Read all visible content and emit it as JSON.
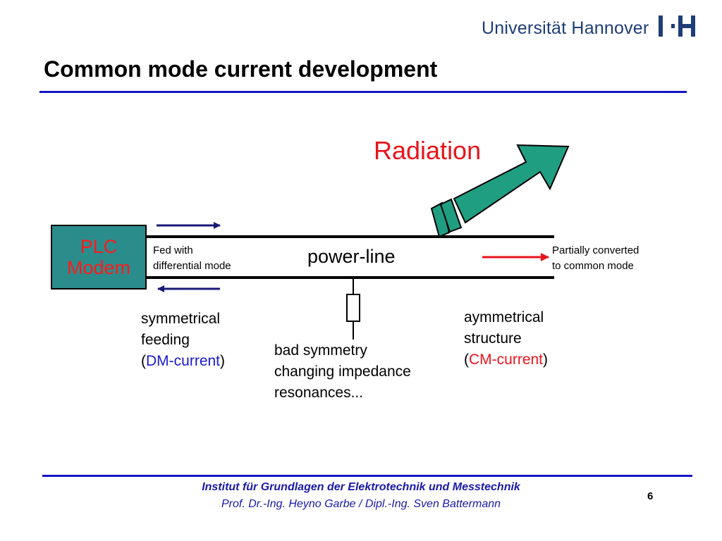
{
  "header": {
    "university": "Universität Hannover",
    "title": "Common mode current development"
  },
  "diagram": {
    "plc_modem": [
      "PLC",
      "Modem"
    ],
    "fed_with": [
      "Fed with",
      "differential mode"
    ],
    "power_line": "power-line",
    "radiation": "Radiation",
    "partially_converted": [
      "Partially converted",
      "to common mode"
    ],
    "symmetrical_feeding": {
      "line1": "symmetrical",
      "line2": "feeding",
      "open": "(",
      "highlight": "DM-current",
      "close": ")"
    },
    "bad_symmetry": [
      "bad symmetry",
      "changing impedance",
      "resonances..."
    ],
    "aymmetrical_structure": {
      "line1": "aymmetrical",
      "line2": "structure",
      "open": "(",
      "highlight": "CM-current",
      "close": ")"
    }
  },
  "footer": {
    "institute": "Institut für Grundlagen der Elektrotechnik und Messtechnik",
    "authors": "Prof. Dr.-Ing. Heyno Garbe / Dipl.-Ing. Sven Battermann",
    "page_number": "6"
  },
  "colors": {
    "accent_blue": "#1414c8",
    "red": "#e8141c",
    "teal": "#2b8c8c",
    "arrow_green": "#1f9e82",
    "navy": "#1a1a78"
  }
}
